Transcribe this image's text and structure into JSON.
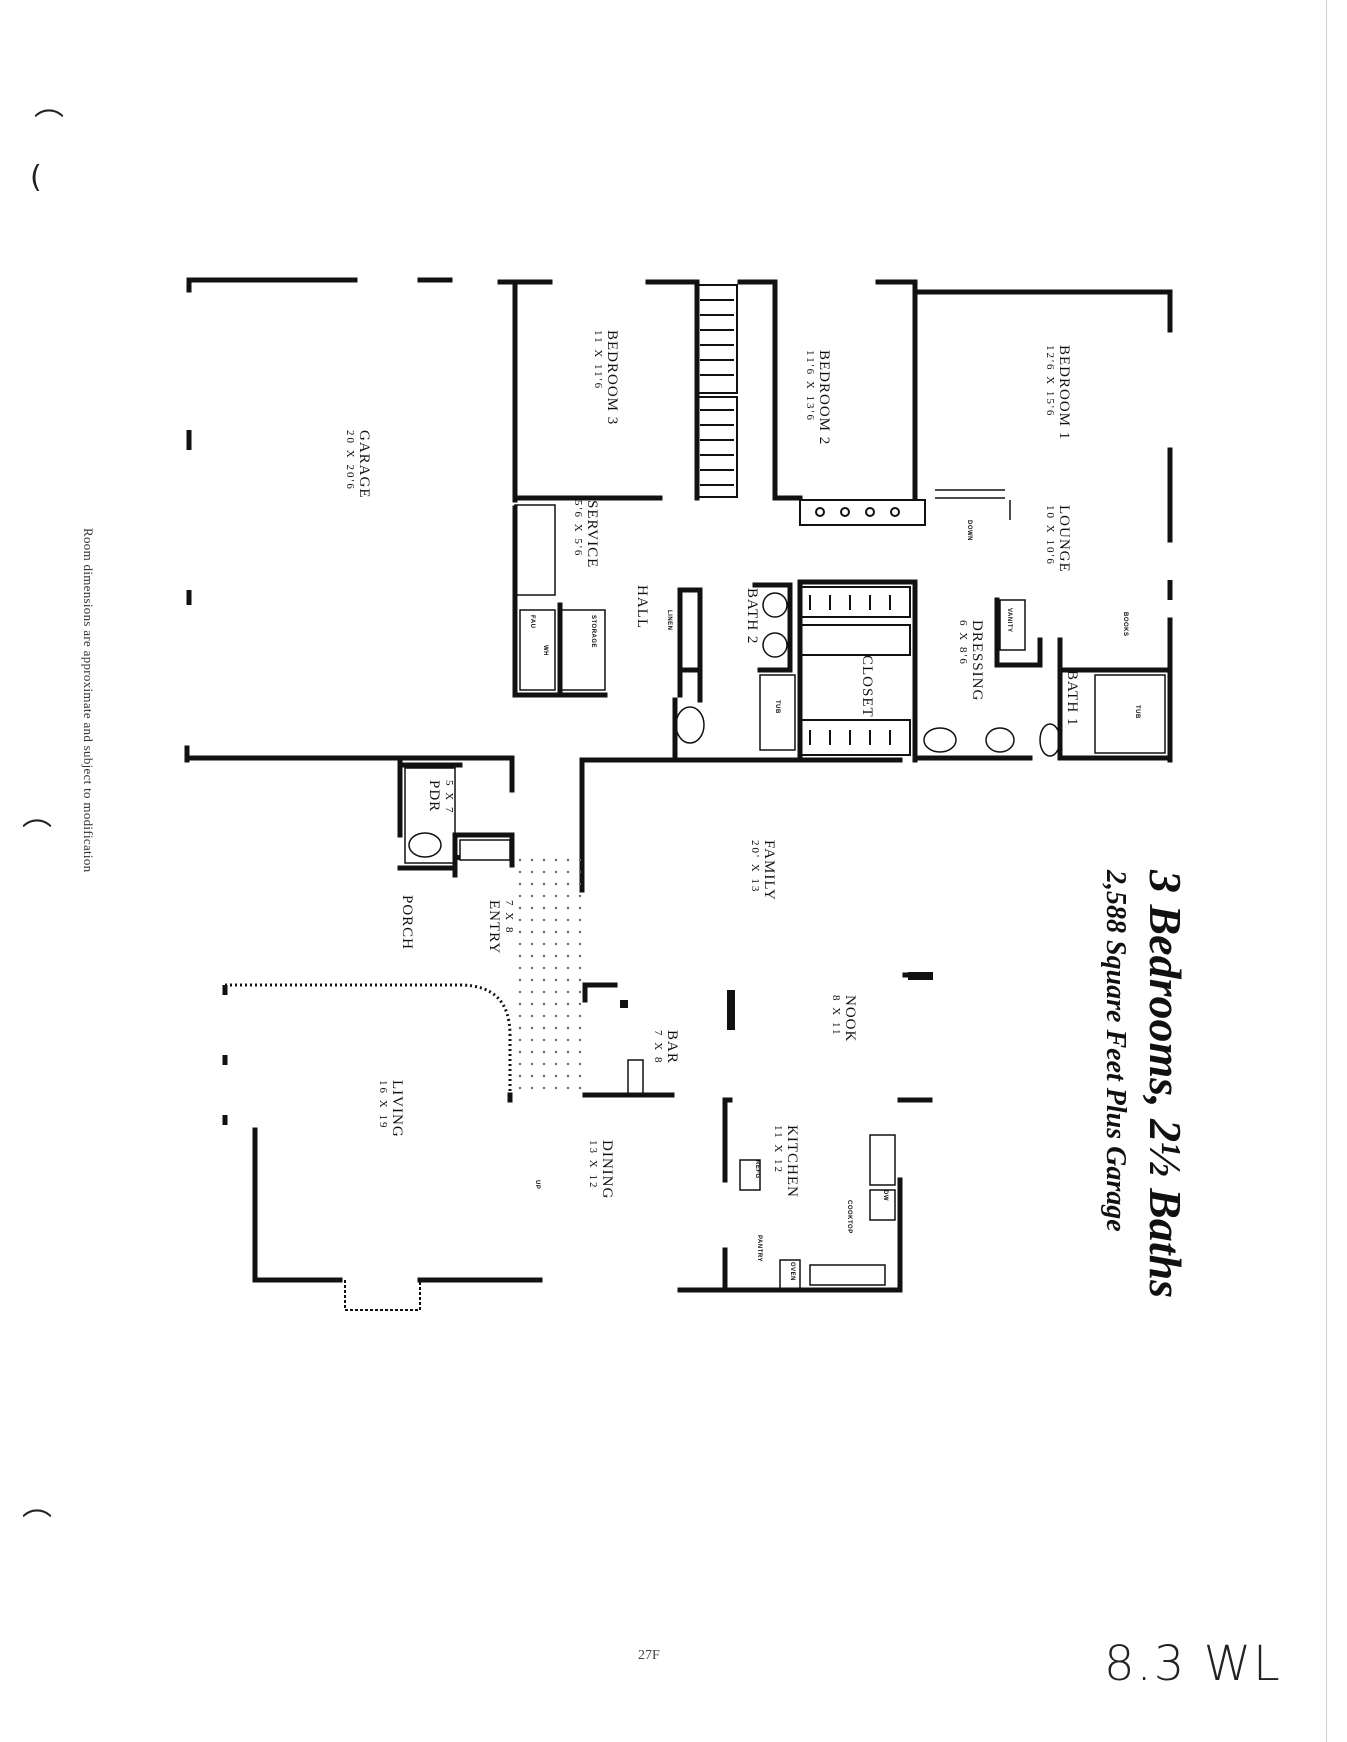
{
  "title": {
    "main": "3 Bedrooms, 2½ Baths",
    "sub": "2,588 Square Feet Plus Garage"
  },
  "disclaimer": "Room dimensions are approximate and subject to modification",
  "page_number": "27F",
  "plan_code": "8.3 WL",
  "rooms": {
    "bedroom1": {
      "name": "BEDROOM 1",
      "dims": "12'6 X 15'6"
    },
    "bedroom2": {
      "name": "BEDROOM 2",
      "dims": "11'6 X 13'6"
    },
    "bedroom3": {
      "name": "BEDROOM 3",
      "dims": "11 X 11'6"
    },
    "garage": {
      "name": "GARAGE",
      "dims": "20 X 20'6"
    },
    "lounge": {
      "name": "LOUNGE",
      "dims": "10 X 10'6"
    },
    "service": {
      "name": "SERVICE",
      "dims": "5'6 X 5'6"
    },
    "hall": {
      "name": "HALL"
    },
    "bath2": {
      "name": "BATH 2"
    },
    "bath1": {
      "name": "BATH 1"
    },
    "dressing": {
      "name": "DRESSING",
      "dims": "6 X 8'6"
    },
    "closet": {
      "name": "CLOSET"
    },
    "family": {
      "name": "FAMILY",
      "dims": "20' X 13"
    },
    "pdr": {
      "name": "PDR",
      "dims": "5 X 7"
    },
    "entry": {
      "name": "ENTRY",
      "dims": "7 X 8"
    },
    "porch": {
      "name": "PORCH"
    },
    "nook": {
      "name": "NOOK",
      "dims": "8 X 11"
    },
    "bar": {
      "name": "BAR",
      "dims": "7 X 8"
    },
    "living": {
      "name": "LIVING",
      "dims": "16 X 19"
    },
    "dining": {
      "name": "DINING",
      "dims": "13 X 12"
    },
    "kitchen": {
      "name": "KITCHEN",
      "dims": "11 X 12"
    }
  },
  "fixtures": {
    "books": "BOOKS",
    "vanity": "VANITY",
    "down": "DOWN",
    "linen": "LINEN",
    "tub": "TUB",
    "storage": "STORAGE",
    "fau": "FAU",
    "wh": "WH",
    "dw": "DW",
    "cooktop": "COOKTOP",
    "pantry": "PANTRY",
    "oven": "OVEN",
    "refg": "REFG",
    "up": "UP"
  }
}
